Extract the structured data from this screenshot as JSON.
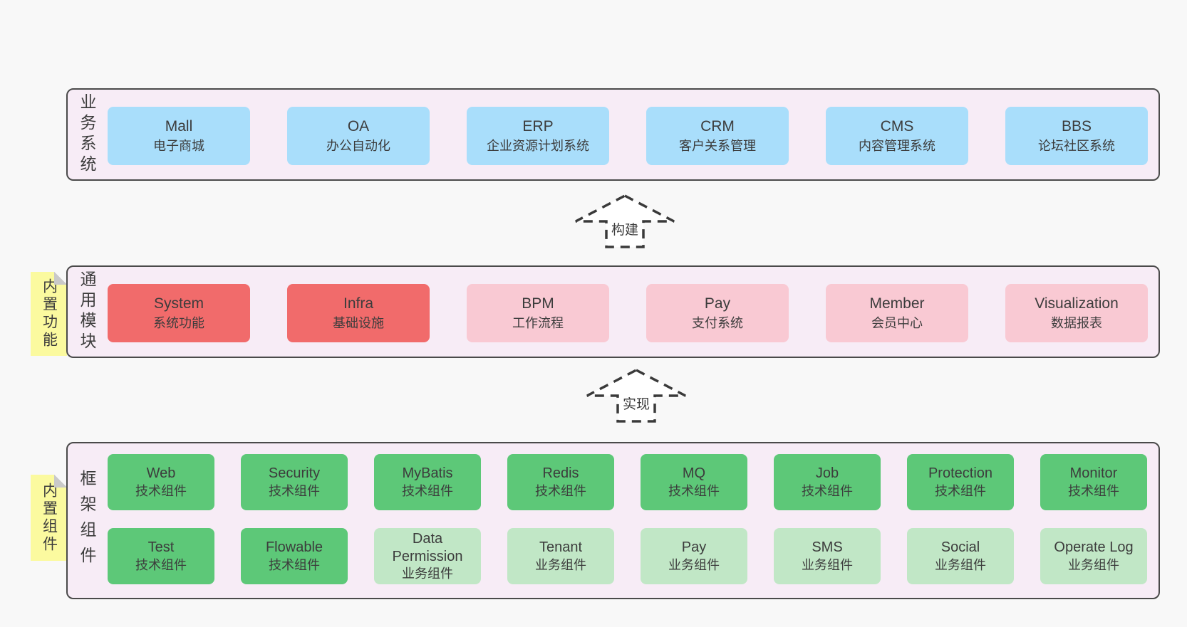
{
  "colors": {
    "page_bg": "#f8f8f8",
    "panel_bg": "#f7ecf6",
    "panel_border": "#4a4a4a",
    "business_box_blue": "#a9defb",
    "module_core_red": "#f16b6b",
    "module_pink": "#f9c9d3",
    "tech_component_green": "#5dc878",
    "biz_component_lightgreen": "#c1e7c6",
    "note_yellow": "#fbfa9f",
    "arrow_dash": "#3a3a3a",
    "text": "#3c3c3c"
  },
  "layers": {
    "business": {
      "label": "业务系统",
      "boxes": [
        {
          "name": "Mall",
          "desc": "电子商城"
        },
        {
          "name": "OA",
          "desc": "办公自动化"
        },
        {
          "name": "ERP",
          "desc": "企业资源计划系统"
        },
        {
          "name": "CRM",
          "desc": "客户关系管理"
        },
        {
          "name": "CMS",
          "desc": "内容管理系统"
        },
        {
          "name": "BBS",
          "desc": "论坛社区系统"
        }
      ]
    },
    "modules": {
      "note": "内置功能",
      "label": "通用模块",
      "boxes": [
        {
          "name": "System",
          "desc": "系统功能"
        },
        {
          "name": "Infra",
          "desc": "基础设施"
        },
        {
          "name": "BPM",
          "desc": "工作流程"
        },
        {
          "name": "Pay",
          "desc": "支付系统"
        },
        {
          "name": "Member",
          "desc": "会员中心"
        },
        {
          "name": "Visualization",
          "desc": "数据报表"
        }
      ]
    },
    "framework": {
      "note": "内置组件",
      "label": "框架组件",
      "row1": [
        {
          "name": "Web",
          "desc": "技术组件"
        },
        {
          "name": "Security",
          "desc": "技术组件"
        },
        {
          "name": "MyBatis",
          "desc": "技术组件"
        },
        {
          "name": "Redis",
          "desc": "技术组件"
        },
        {
          "name": "MQ",
          "desc": "技术组件"
        },
        {
          "name": "Job",
          "desc": "技术组件"
        },
        {
          "name": "Protection",
          "desc": "技术组件"
        },
        {
          "name": "Monitor",
          "desc": "技术组件"
        }
      ],
      "row2": [
        {
          "name": "Test",
          "desc": "技术组件"
        },
        {
          "name": "Flowable",
          "desc": "技术组件"
        },
        {
          "name": "Data Permission",
          "desc": "业务组件"
        },
        {
          "name": "Tenant",
          "desc": "业务组件"
        },
        {
          "name": "Pay",
          "desc": "业务组件"
        },
        {
          "name": "SMS",
          "desc": "业务组件"
        },
        {
          "name": "Social",
          "desc": "业务组件"
        },
        {
          "name": "Operate Log",
          "desc": "业务组件"
        }
      ]
    }
  },
  "arrows": {
    "build": "构建",
    "implement": "实现"
  }
}
